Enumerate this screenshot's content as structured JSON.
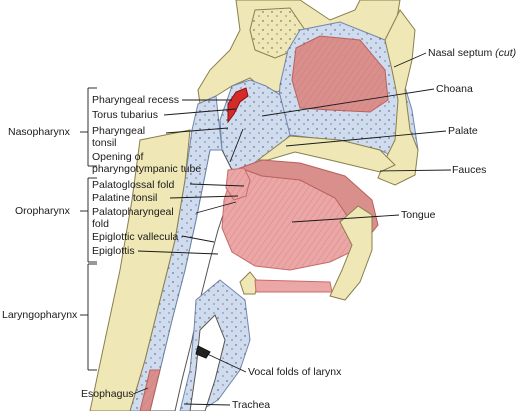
{
  "colors": {
    "bone": "#efe7b6",
    "bone_outline": "#8a7f4a",
    "mucosa": "#cfdcef",
    "cavity": "#d98f8c",
    "cavity_dark": "#b9605e",
    "tongue": "#eba6a6",
    "tongue_dark": "#c96a6a",
    "tonsil": "#d42a2a",
    "line": "#1a1a1a"
  },
  "regions": {
    "nasopharynx": "Nasopharynx",
    "oropharynx": "Oropharynx",
    "laryngopharynx": "Laryngopharynx"
  },
  "labels": {
    "nasal_septum_main": "Nasal septum ",
    "nasal_septum_cut": "(cut)",
    "choana": "Choana",
    "palate": "Palate",
    "fauces": "Fauces",
    "tongue": "Tongue",
    "vocal_folds": "Vocal folds of larynx",
    "trachea": "Trachea",
    "esophagus": "Esophagus",
    "pharyngeal_recess": "Pharyngeal recess",
    "torus_tubarius": "Torus tubarius",
    "pharyngeal_tonsil_1": "Pharyngeal",
    "pharyngeal_tonsil_2": "tonsil",
    "opening_1": "Opening of",
    "opening_2": "pharyngotympanic tube",
    "palatoglossal_fold": "Palatoglossal fold",
    "palatine_tonsil": "Palatine tonsil",
    "palatopharyngeal_1": "Palatopharyngeal",
    "palatopharyngeal_2": "fold",
    "epiglottic_vallecula": "Epiglottic vallecula",
    "epiglottis": "Epiglottis"
  }
}
